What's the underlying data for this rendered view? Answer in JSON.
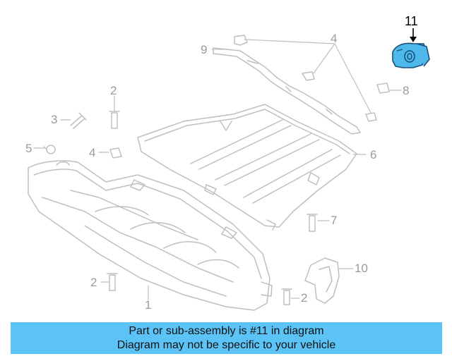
{
  "colors": {
    "line": "#bfbfbf",
    "highlight_fill": "#4fb8ea",
    "highlight_stroke": "#1a4f78",
    "banner_bg": "#5bc3f5"
  },
  "callouts": {
    "c1": "1",
    "c2a": "2",
    "c2b": "2",
    "c2c": "2",
    "c3": "3",
    "c4a": "4",
    "c4b": "4",
    "c5": "5",
    "c6": "6",
    "c7": "7",
    "c8": "8",
    "c9": "9",
    "c10": "10",
    "c11": "11"
  },
  "banner": {
    "line1": "Part or sub-assembly is #11 in diagram",
    "line2": "Diagram may not be specific to your vehicle"
  }
}
